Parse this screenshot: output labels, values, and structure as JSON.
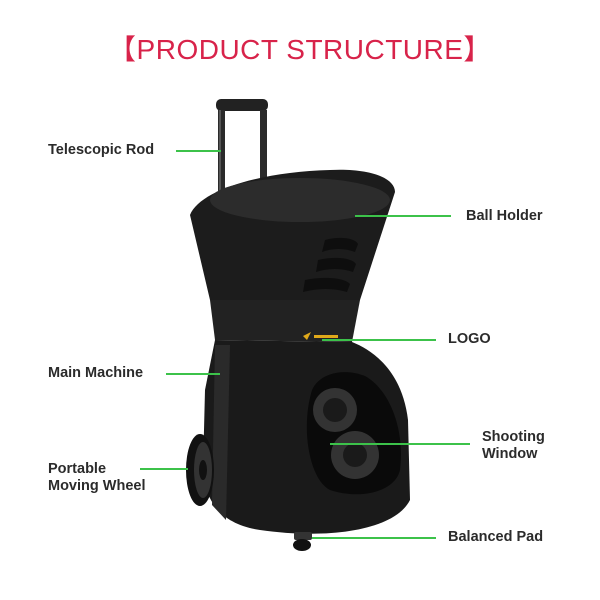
{
  "title": "【PRODUCT STRUCTURE】",
  "labels": {
    "telescopic_rod": "Telescopic Rod",
    "ball_holder": "Ball Holder",
    "logo": "LOGO",
    "main_machine": "Main Machine",
    "shooting_window_line1": "Shooting",
    "shooting_window_line2": "Window",
    "wheel_line1": "Portable",
    "wheel_line2": "Moving Wheel",
    "balanced_pad": "Balanced Pad"
  },
  "colors": {
    "title": "#d8234a",
    "pointer_line": "#3cc24a",
    "machine_body": "#1c1c1c",
    "logo_mark": "#e0a91a"
  }
}
